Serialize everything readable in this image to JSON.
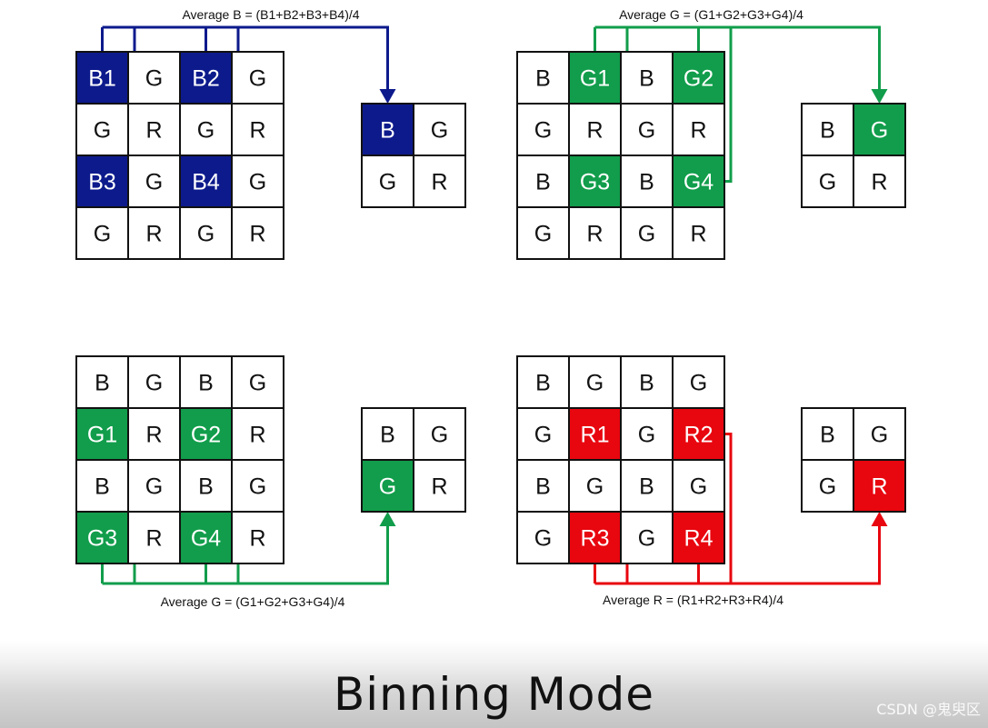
{
  "colors": {
    "blue": "#0d1a8c",
    "green": "#119d4b",
    "red": "#e8060f",
    "grid_line": "#111111",
    "cell_fill": "#ffffff"
  },
  "panels": [
    {
      "id": "blue-binning",
      "color": "blue",
      "formula": "Average B = (B1+B2+B3+B4)/4",
      "formula_position": "top",
      "source_grid": [
        [
          "B1",
          "G",
          "B2",
          "G"
        ],
        [
          "G",
          "R",
          "G",
          "R"
        ],
        [
          "B3",
          "G",
          "B4",
          "G"
        ],
        [
          "G",
          "R",
          "G",
          "R"
        ]
      ],
      "highlighted": [
        [
          0,
          0
        ],
        [
          0,
          2
        ],
        [
          2,
          0
        ],
        [
          2,
          2
        ]
      ],
      "result_grid": [
        [
          "B",
          "G"
        ],
        [
          "G",
          "R"
        ]
      ],
      "result_highlight": [
        0,
        0
      ]
    },
    {
      "id": "green-binning-top",
      "color": "green",
      "formula": "Average G = (G1+G2+G3+G4)/4",
      "formula_position": "top",
      "source_grid": [
        [
          "B",
          "G1",
          "B",
          "G2"
        ],
        [
          "G",
          "R",
          "G",
          "R"
        ],
        [
          "B",
          "G3",
          "B",
          "G4"
        ],
        [
          "G",
          "R",
          "G",
          "R"
        ]
      ],
      "highlighted": [
        [
          0,
          1
        ],
        [
          0,
          3
        ],
        [
          2,
          1
        ],
        [
          2,
          3
        ]
      ],
      "result_grid": [
        [
          "B",
          "G"
        ],
        [
          "G",
          "R"
        ]
      ],
      "result_highlight": [
        0,
        1
      ]
    },
    {
      "id": "green-binning-bottom",
      "color": "green",
      "formula": "Average G = (G1+G2+G3+G4)/4",
      "formula_position": "bottom",
      "source_grid": [
        [
          "B",
          "G",
          "B",
          "G"
        ],
        [
          "G1",
          "R",
          "G2",
          "R"
        ],
        [
          "B",
          "G",
          "B",
          "G"
        ],
        [
          "G3",
          "R",
          "G4",
          "R"
        ]
      ],
      "highlighted": [
        [
          1,
          0
        ],
        [
          1,
          2
        ],
        [
          3,
          0
        ],
        [
          3,
          2
        ]
      ],
      "result_grid": [
        [
          "B",
          "G"
        ],
        [
          "G",
          "R"
        ]
      ],
      "result_highlight": [
        1,
        0
      ]
    },
    {
      "id": "red-binning",
      "color": "red",
      "formula": "Average R = (R1+R2+R3+R4)/4",
      "formula_position": "bottom",
      "source_grid": [
        [
          "B",
          "G",
          "B",
          "G"
        ],
        [
          "G",
          "R1",
          "G",
          "R2"
        ],
        [
          "B",
          "G",
          "B",
          "G"
        ],
        [
          "G",
          "R3",
          "G",
          "R4"
        ]
      ],
      "highlighted": [
        [
          1,
          1
        ],
        [
          1,
          3
        ],
        [
          3,
          1
        ],
        [
          3,
          3
        ]
      ],
      "result_grid": [
        [
          "B",
          "G"
        ],
        [
          "G",
          "R"
        ]
      ],
      "result_highlight": [
        1,
        1
      ]
    }
  ],
  "caption": {
    "title": "Binning Mode",
    "watermark": "CSDN @鬼臾区"
  }
}
